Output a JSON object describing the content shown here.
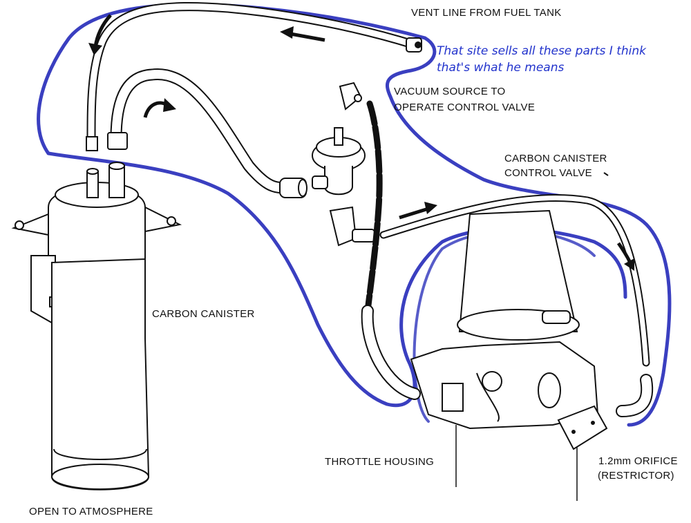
{
  "labels": {
    "vent_line": "VENT LINE FROM FUEL TANK",
    "vacuum_source_1": "VACUUM SOURCE TO",
    "vacuum_source_2": "OPERATE CONTROL VALVE",
    "control_valve_1": "CARBON CANISTER",
    "control_valve_2": "CONTROL VALVE",
    "carbon_canister": "CARBON CANISTER",
    "throttle_housing": "THROTTLE HOUSING",
    "orifice_1": "1.2mm ORIFICE",
    "orifice_2": "(RESTRICTOR)",
    "atmosphere": "OPEN TO ATMOSPHERE"
  },
  "annotation": {
    "line_1": "That site sells all these parts I think",
    "line_2": "that's what he means",
    "color": "#2233cc"
  },
  "colors": {
    "ink": "#111111",
    "highlight": "#3a3fc0",
    "paper": "#ffffff"
  }
}
